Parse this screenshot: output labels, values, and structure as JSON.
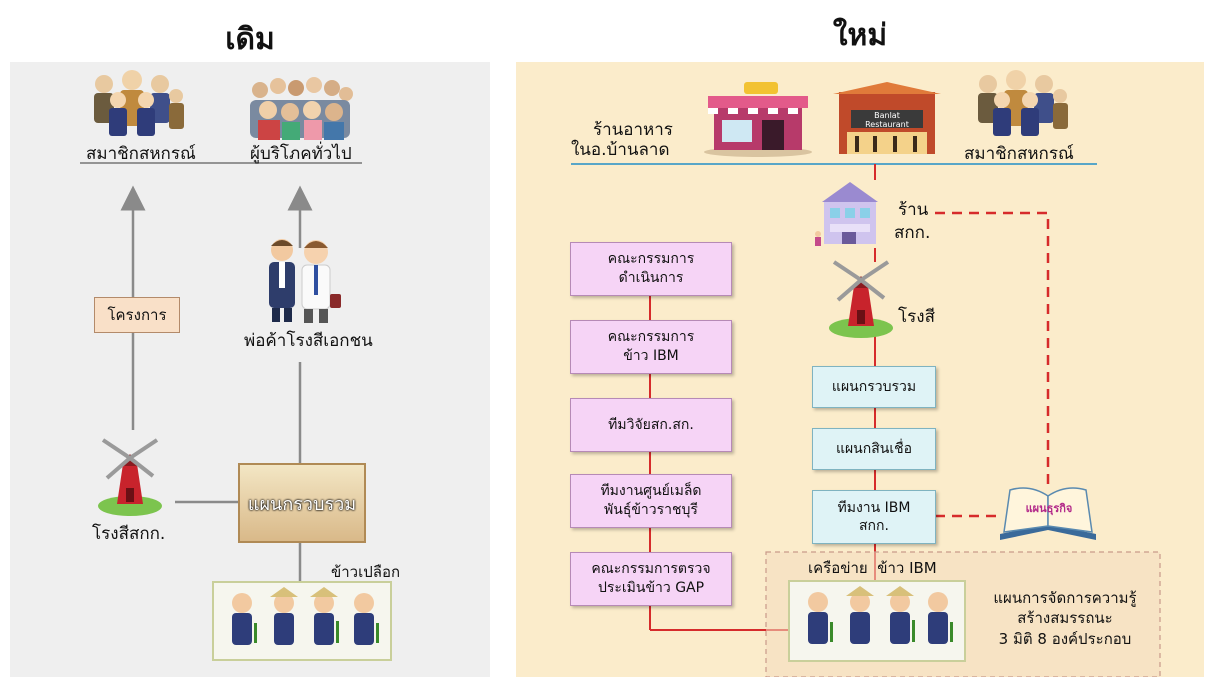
{
  "headers": {
    "old": "เดิม",
    "new": "ใหม่"
  },
  "old": {
    "members": "สมาชิกสหกรณ์",
    "consumers": "ผู้บริโภคทั่วไป",
    "project": "โครงการ",
    "traders": "พ่อค้าโรงสีเอกชน",
    "mill_label": "โรงสีสกก.",
    "collect_dept": "แผนกรวบรวม",
    "rice": "ข้าวเปลือก"
  },
  "new": {
    "restaurant_label_1": "ร้านอาหาร",
    "restaurant_label_2": "ในอ.บ้านลาด",
    "restaurant_sign": "Banlat Restaurant",
    "members": "สมาชิกสหกรณ์",
    "shop_label_1": "ร้าน",
    "shop_label_2": "สกก.",
    "mill_label": "โรงสี",
    "pink_boxes": [
      "คณะกรรมการ\nดำเนินการ",
      "คณะกรรมการ\nข้าว IBM",
      "ทีมวิจัยสก.สก.",
      "ทีมงานศูนย์เมล็ด\nพันธุ์ข้าวราชบุรี",
      "คณะกรรมการตรวจ\nประเมินข้าว GAP"
    ],
    "blue_boxes": [
      "แผนกรวบรวม",
      "แผนกสินเชื่อ",
      "ทีมงาน IBM\nสกก."
    ],
    "plan_book": "แผนธุรกิจ",
    "network_label": "เครือข่าย  ข้าว IBM",
    "km_plan": "แผนการจัดการความรู้\nสร้างสมรรถนะ\n3 มิติ 8 องค์ประกอบ"
  },
  "colors": {
    "old_bg": "#efefef",
    "new_bg": "#fbeccb",
    "red_line": "#d62b2b",
    "arrow_gray": "#8a8a8a",
    "pink_box": "#f6d4f6",
    "blue_box": "#dff3f6"
  }
}
